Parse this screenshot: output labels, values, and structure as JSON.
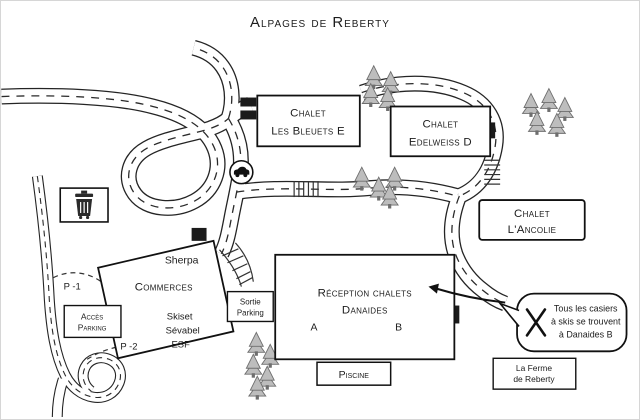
{
  "title": "Alpages de Reberty",
  "buildings": {
    "bleuets": {
      "line1": "Chalet",
      "line2": "Les Bleuets E"
    },
    "edelweiss": {
      "line1": "Chalet",
      "line2": "Edelweiss D"
    },
    "ancolie": {
      "line1": "Chalet",
      "line2": "L'Ancolie"
    },
    "danaides": {
      "line1": "Réception chalets",
      "line2": "Danaides",
      "unit_a": "A",
      "unit_b": "B"
    },
    "commerces": {
      "store": "Sherpa",
      "name": "Commerces",
      "tenants": [
        "Skiset",
        "Sévabel",
        "ESF"
      ]
    },
    "piscine": {
      "label": "Piscine"
    },
    "ferme": {
      "line1": "La Ferme",
      "line2": "de Reberty"
    },
    "sortie_parking": {
      "line1": "Sortie",
      "line2": "Parking"
    },
    "acces_parking": {
      "line1": "Accès",
      "line2": "Parking"
    }
  },
  "parking": {
    "level1": "P -1",
    "level2": "P -2"
  },
  "callout": {
    "lines": [
      "Tous les casiers",
      "à skis se trouvent",
      "à Danaides B"
    ]
  },
  "colors": {
    "ink": "#1c1c1c",
    "road_casing": "#242424",
    "tree_fill": "#bdbdbd",
    "tree_stroke": "#6e6e6e",
    "background": "#ffffff"
  }
}
